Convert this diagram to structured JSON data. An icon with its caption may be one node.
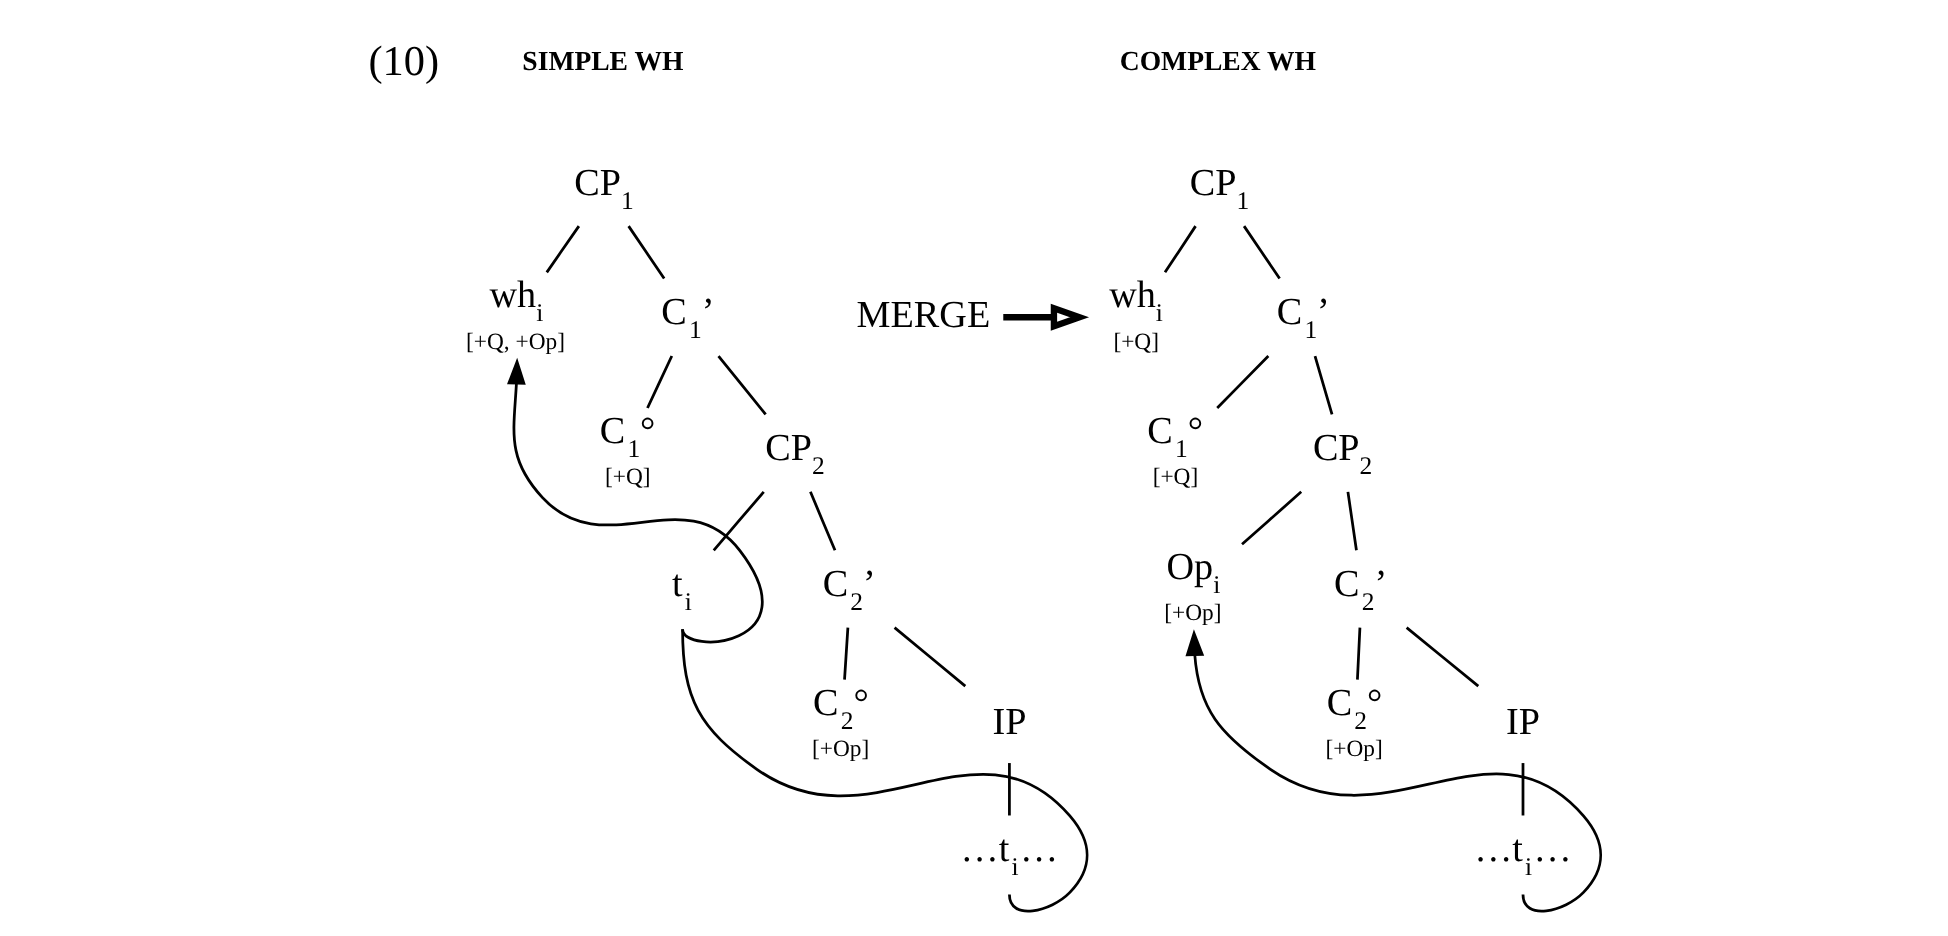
{
  "diagram": {
    "nodes": [
      {
        "text": [
          "CP$_{1}$"
        ]
      },
      {
        "text": [
          "wh$_{i}$",
          "[+Q, +Op]"
        ]
      },
      {
        "text": [
          "C$_{1}$’"
        ]
      },
      {
        "text": [
          "C$_{1}$°",
          "[+Q]"
        ]
      },
      {
        "text": [
          "CP$_{2}$"
        ]
      },
      {
        "text": [
          "t$_{i}$"
        ]
      },
      {
        "text": [
          "C$_{2}$’"
        ]
      },
      {
        "text": [
          "C$_{2}$°",
          "[+Op]"
        ]
      },
      {
        "text": [
          "IP"
        ]
      },
      {
        "text": [
          "…t$_{i}$…"
        ]
      },
      {
        "text": [
          "MERGE"
        ]
      },
      {
        "text": [
          "CP$_{1}$"
        ]
      },
      {
        "text": [
          "wh$_{i}$",
          "[+Q]"
        ]
      },
      {
        "text": [
          "C$_{1}$’"
        ]
      },
      {
        "text": [
          "C$_{1}$°",
          "[+Q]"
        ]
      },
      {
        "text": [
          "CP$_{2}$"
        ]
      },
      {
        "text": [
          "Op$_{i}$",
          "[+Op]"
        ]
      },
      {
        "text": [
          "C$_{2}$’"
        ]
      },
      {
        "text": [
          "C$_{2}$°",
          "[+Op]"
        ]
      },
      {
        "text": [
          "IP"
        ]
      },
      {
        "text": [
          "…t$_{i}$…"
        ]
      }
    ],
    "edges": [
      {
        "from": 0,
        "to": 1,
        "arrow": "none"
      },
      {
        "from": 0,
        "to": 2,
        "arrow": "none"
      },
      {
        "from": 2,
        "to": 3,
        "arrow": "none"
      },
      {
        "from": 2,
        "to": 4,
        "arrow": "none"
      },
      {
        "from": 4,
        "to": 5,
        "arrow": "none"
      },
      {
        "from": 4,
        "to": 6,
        "arrow": "none"
      },
      {
        "from": 6,
        "to": 7,
        "arrow": "none"
      },
      {
        "from": 6,
        "to": 8,
        "arrow": "none"
      },
      {
        "from": 8,
        "to": 9,
        "arrow": "none"
      },
      {
        "from": 9,
        "to": 5,
        "arrow": "none"
      },
      {
        "from": 5,
        "to": 1,
        "arrow": "to"
      },
      {
        "from": 10,
        "to": 12,
        "arrow": "to",
        "style": "thick"
      },
      {
        "from": 11,
        "to": 12,
        "arrow": "none"
      },
      {
        "from": 11,
        "to": 13,
        "arrow": "none"
      },
      {
        "from": 13,
        "to": 14,
        "arrow": "none"
      },
      {
        "from": 13,
        "to": 15,
        "arrow": "none"
      },
      {
        "from": 15,
        "to": 16,
        "arrow": "none"
      },
      {
        "from": 15,
        "to": 17,
        "arrow": "none"
      },
      {
        "from": 17,
        "to": 18,
        "arrow": "none"
      },
      {
        "from": 17,
        "to": 19,
        "arrow": "none"
      },
      {
        "from": 19,
        "to": 20,
        "arrow": "none"
      },
      {
        "from": 20,
        "to": 16,
        "arrow": "to"
      }
    ],
    "labels": [
      "(10)",
      "SIMPLE WH",
      "COMPLEX WH"
    ]
  }
}
